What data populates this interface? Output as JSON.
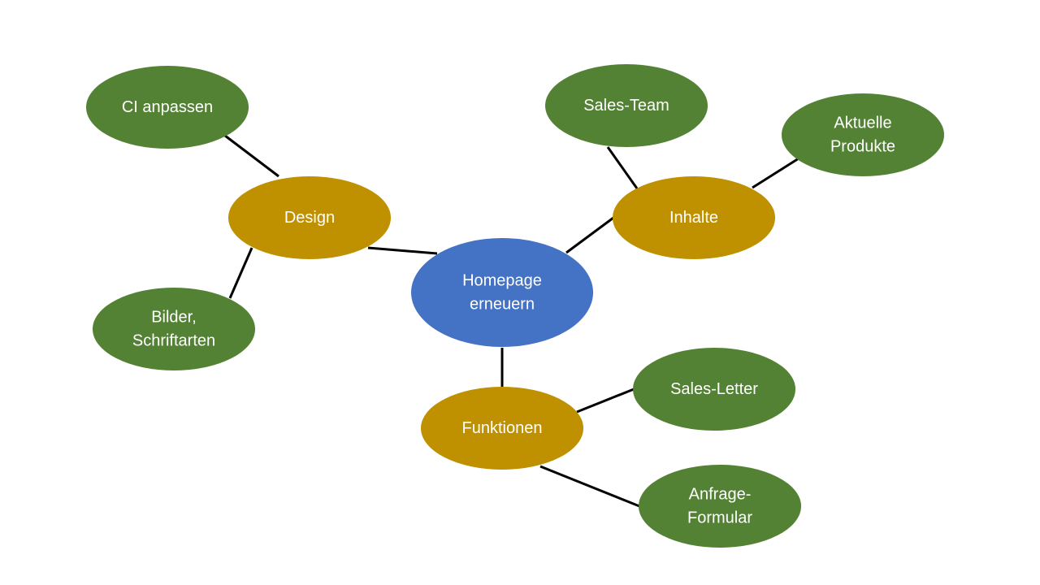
{
  "diagram": {
    "type": "mindmap",
    "colors": {
      "center": "#4472C4",
      "branch": "#BF9000",
      "leaf": "#548235",
      "edge": "#000000",
      "text": "#FFFFFF",
      "background": "#FFFFFF"
    },
    "center": {
      "id": "homepage",
      "lines": [
        "Homepage",
        "erneuern"
      ]
    },
    "branches": [
      {
        "id": "design",
        "lines": [
          "Design"
        ],
        "children": [
          {
            "id": "ci-anpassen",
            "lines": [
              "CI anpassen"
            ]
          },
          {
            "id": "bilder-schriftarten",
            "lines": [
              "Bilder,",
              "Schriftarten"
            ]
          }
        ]
      },
      {
        "id": "inhalte",
        "lines": [
          "Inhalte"
        ],
        "children": [
          {
            "id": "sales-team",
            "lines": [
              "Sales-Team"
            ]
          },
          {
            "id": "aktuelle-produkte",
            "lines": [
              "Aktuelle",
              "Produkte"
            ]
          }
        ]
      },
      {
        "id": "funktionen",
        "lines": [
          "Funktionen"
        ],
        "children": [
          {
            "id": "sales-letter",
            "lines": [
              "Sales-Letter"
            ]
          },
          {
            "id": "anfrage-formular",
            "lines": [
              "Anfrage-",
              "Formular"
            ]
          }
        ]
      }
    ]
  }
}
